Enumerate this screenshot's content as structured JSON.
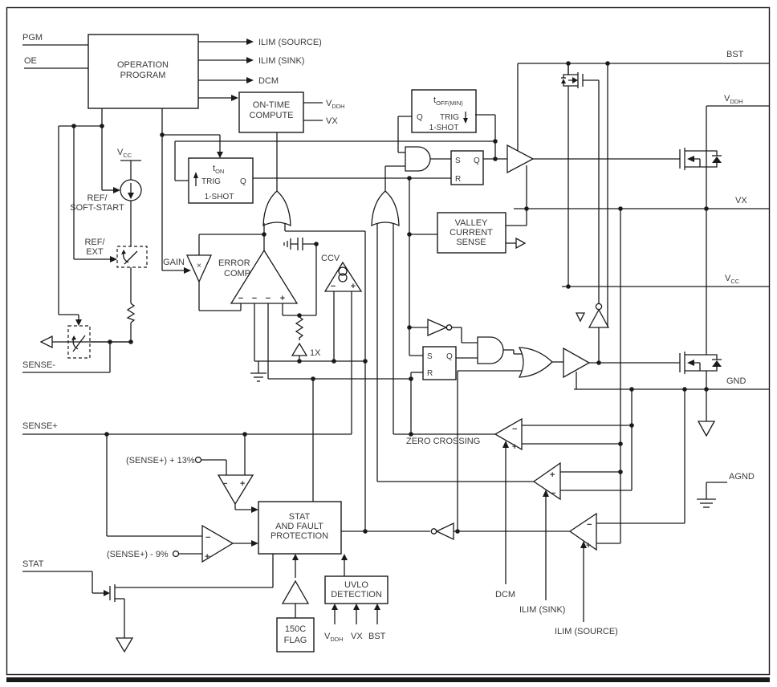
{
  "colors": {
    "line": "#1a1a1a",
    "text": "#3a3a3a",
    "background": "#ffffff"
  },
  "pins": {
    "left": {
      "pgm": "PGM",
      "oe": "OE",
      "sense_minus": "SENSE-",
      "sense_plus": "SENSE+",
      "stat": "STAT"
    },
    "top": {
      "ilim_source": "ILIM (SOURCE)",
      "ilim_sink": "ILIM (SINK)",
      "dcm": "DCM"
    },
    "right": {
      "bst": "BST",
      "vddh": {
        "base": "V",
        "sub": "DDH"
      },
      "vx": "VX",
      "vcc": {
        "base": "V",
        "sub": "CC"
      },
      "gnd": "GND",
      "agnd": "AGND"
    },
    "bottom": {
      "dcm": "DCM",
      "ilim_sink": "ILIM (SINK)",
      "ilim_source": "ILIM (SOURCE)"
    }
  },
  "blocks": {
    "operation_program": {
      "l1": "OPERATION",
      "l2": "PROGRAM"
    },
    "on_time": {
      "l1": "ON-TIME",
      "l2": "COMPUTE",
      "out1": {
        "base": "V",
        "sub": "DDH"
      },
      "out2": "VX"
    },
    "toff": {
      "t": "t",
      "sub": "OFF(MIN)",
      "q": "Q",
      "trig": "TRIG",
      "shot": "1-SHOT"
    },
    "ton": {
      "t": "t",
      "sub": "ON",
      "trig": "TRIG",
      "q": "Q",
      "shot": "1-SHOT"
    },
    "sr1": {
      "s": "S",
      "q": "Q",
      "r": "R"
    },
    "sr2": {
      "s": "S",
      "q": "Q",
      "r": "R"
    },
    "valley": {
      "l1": "VALLEY",
      "l2": "CURRENT",
      "l3": "SENSE"
    },
    "stat": {
      "l1": "STAT",
      "l2": "AND FAULT",
      "l3": "PROTECTION"
    },
    "uvlo": {
      "l1": "UVLO",
      "l2": "DETECTION",
      "in1": {
        "base": "V",
        "sub": "DDH"
      },
      "in2": "VX",
      "in3": "BST"
    },
    "flag": {
      "l1": "150C",
      "l2": "FLAG"
    }
  },
  "analog": {
    "vcc": {
      "base": "V",
      "sub": "CC"
    },
    "ref_ss": {
      "l1": "REF/",
      "l2": "SOFT-START"
    },
    "ref_ext": {
      "l1": "REF/",
      "l2": "EXT"
    },
    "gain": "GAIN",
    "times": "×",
    "error": {
      "l1": "ERROR",
      "l2": "COMP"
    },
    "ccv": "CCV",
    "buffer_1x": "1X",
    "th_high": "(SENSE+) + 13%",
    "th_low": "(SENSE+) - 9%",
    "zero_crossing": "ZERO CROSSING"
  },
  "sym": {
    "plus": "+",
    "minus": "−"
  }
}
